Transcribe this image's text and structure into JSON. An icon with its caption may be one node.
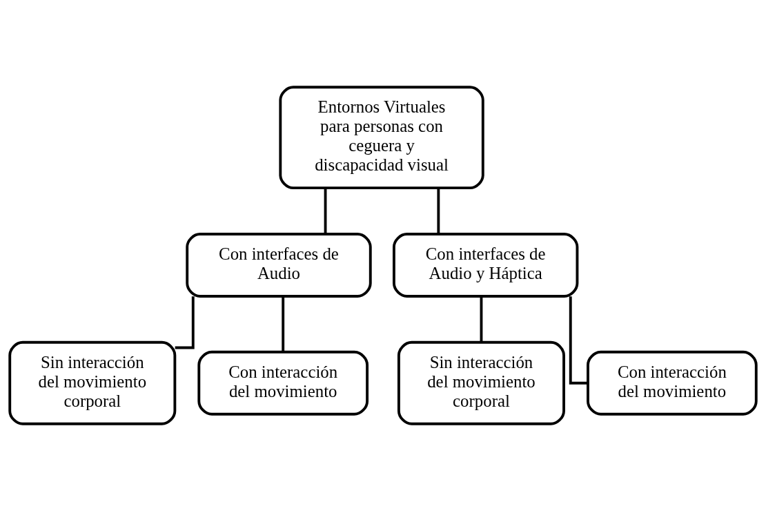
{
  "diagram": {
    "nodes": [
      {
        "text": [
          "Entornos Virtuales para personas con ceguera y discapacidad visual"
        ]
      },
      {
        "text": [
          "Con interfaces de Audio"
        ]
      },
      {
        "text": [
          "Con interfaces de Audio y Háptica"
        ]
      },
      {
        "text": [
          "Sin interacción del movimiento corporal"
        ]
      },
      {
        "text": [
          "Con interacción del movimiento"
        ]
      },
      {
        "text": [
          "Sin interacción del movimiento corporal"
        ]
      },
      {
        "text": [
          "Con interacción del movimiento"
        ]
      }
    ],
    "edges": [
      {
        "from": 0,
        "to": 1,
        "arrow": "none"
      },
      {
        "from": 0,
        "to": 2,
        "arrow": "none"
      },
      {
        "from": 1,
        "to": 3,
        "arrow": "none"
      },
      {
        "from": 1,
        "to": 4,
        "arrow": "none"
      },
      {
        "from": 2,
        "to": 5,
        "arrow": "none"
      },
      {
        "from": 2,
        "to": 6,
        "arrow": "none"
      }
    ]
  }
}
